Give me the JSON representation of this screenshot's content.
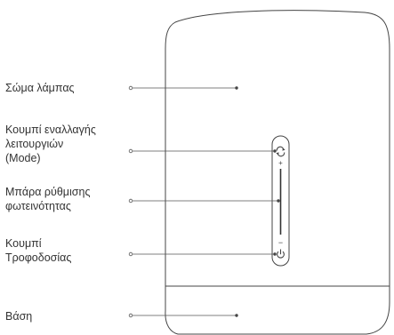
{
  "labels": {
    "lamp_body": "Σώμα λάμπας",
    "mode_button": "Κουμπί εναλλαγής\nλειτουργιών\n(Mode)",
    "brightness_bar": "Μπάρα ρύθμισης\nφωτεινότητας",
    "power_button": "Κουμπί\nΤροφοδοσίας",
    "base": "Βάση"
  },
  "control_panel": {
    "plus_sign": "+",
    "minus_sign": "−"
  },
  "colors": {
    "outline": "#444444",
    "text": "#333333",
    "leader_line": "#555555"
  },
  "icons": {
    "mode": "cycle-arrows-icon",
    "power": "power-icon"
  }
}
